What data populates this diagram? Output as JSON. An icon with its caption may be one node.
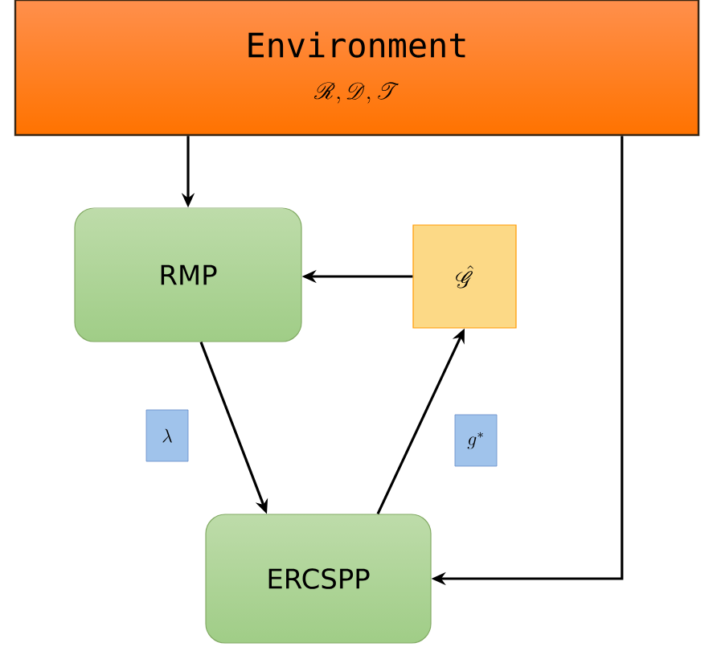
{
  "diagram": {
    "nodes": [
      {
        "text": [
          "Environment",
          "\\mathscr{R},\\mathscr{D},\\mathscr{T}"
        ]
      },
      {
        "text": [
          "RMP"
        ]
      },
      {
        "text": [
          "\\hat{\\mathscr{G}}"
        ]
      },
      {
        "text": [
          "ERCSPP"
        ]
      }
    ],
    "edges": [
      {
        "from": 0,
        "to": 1,
        "arrow": "to"
      },
      {
        "from": 2,
        "to": 1,
        "arrow": "to"
      },
      {
        "from": 1,
        "to": 3,
        "arrow": "to",
        "label": "\\lambda"
      },
      {
        "from": 3,
        "to": 2,
        "arrow": "to",
        "label": "g^*"
      },
      {
        "from": 0,
        "to": 3,
        "arrow": "to"
      }
    ]
  }
}
